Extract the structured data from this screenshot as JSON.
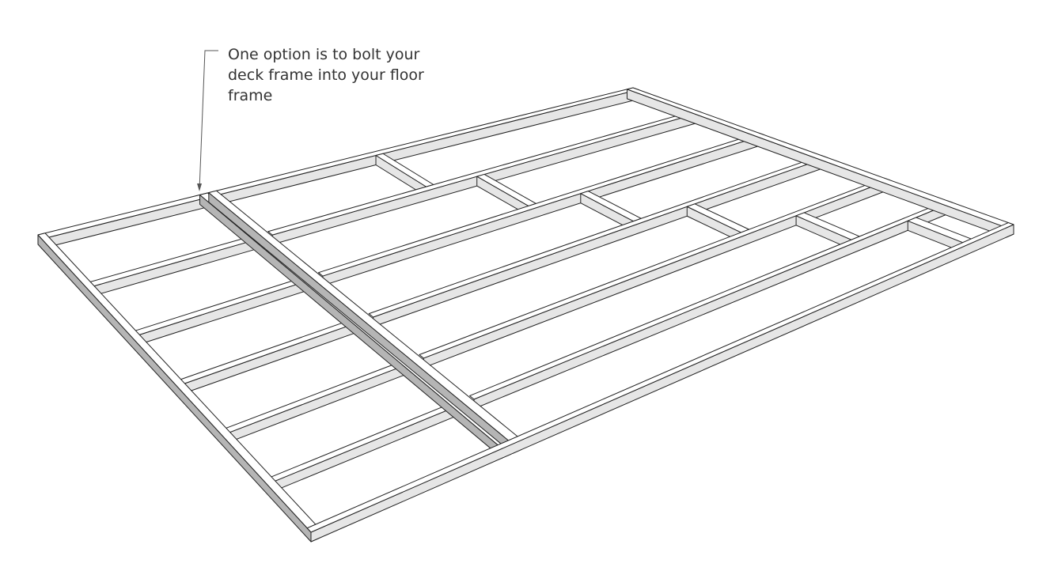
{
  "annotation": {
    "lines": [
      "One option is to bolt your",
      "deck frame into your floor",
      "frame"
    ]
  },
  "colors": {
    "top": "#ffffff",
    "side": "#e6e6e6",
    "dark": "#b5b5b5",
    "stroke": "#222222"
  }
}
